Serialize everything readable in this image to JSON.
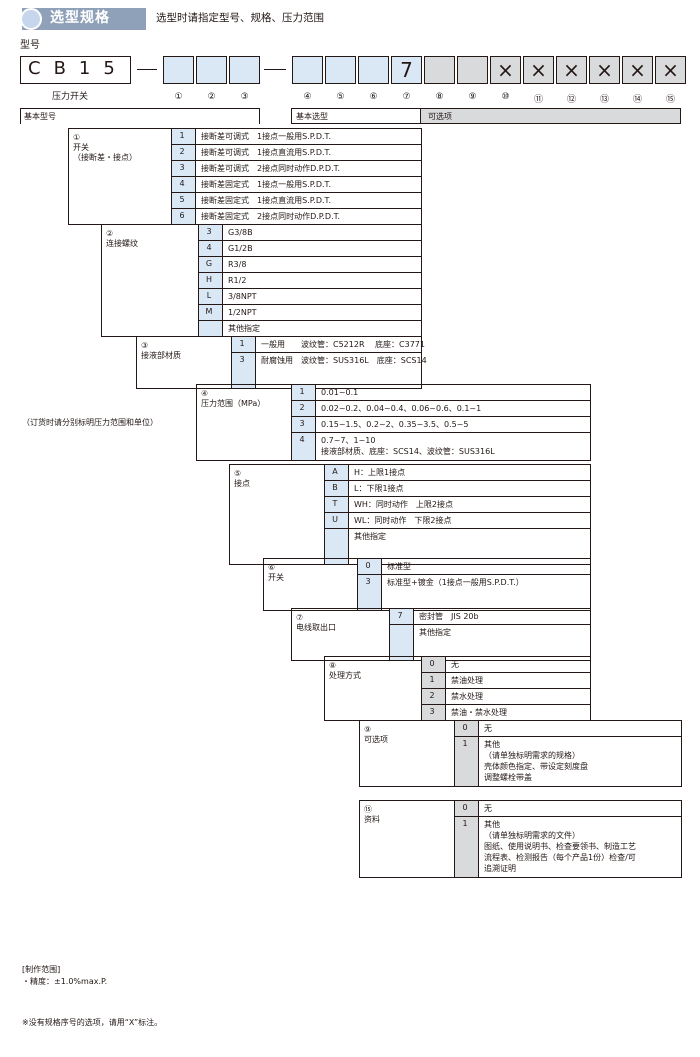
{
  "header": {
    "title": "选型规格",
    "subtitle": "选型时请指定型号、规格、压力范围"
  },
  "model": {
    "label": "型号",
    "code": "CB15",
    "sub_label": "压力开关",
    "fixed_digit": "7",
    "x_mark": "×",
    "positions": [
      "①",
      "②",
      "③",
      "④",
      "⑤",
      "⑥",
      "⑦",
      "⑧",
      "⑨",
      "⑩",
      "⑪",
      "⑫",
      "⑬",
      "⑭",
      "⑮"
    ]
  },
  "table_headers": {
    "basic_model": "基本型号",
    "basic_selection": "基本选型",
    "options": "可选项"
  },
  "sections": {
    "s1": {
      "title": "①\n开关\n（接断差・接点）",
      "rows": [
        {
          "code": "1",
          "text": "接断差可调式　1接点一般用S.P.D.T."
        },
        {
          "code": "2",
          "text": "接断差可调式　1接点直流用S.P.D.T."
        },
        {
          "code": "3",
          "text": "接断差可调式　2接点同时动作D.P.D.T."
        },
        {
          "code": "4",
          "text": "接断差固定式　1接点一般用S.P.D.T."
        },
        {
          "code": "5",
          "text": "接断差固定式　1接点直流用S.P.D.T."
        },
        {
          "code": "6",
          "text": "接断差固定式　2接点同时动作D.P.D.T."
        }
      ]
    },
    "s2": {
      "title": "②\n连接螺纹",
      "rows": [
        {
          "code": "3",
          "text": "G3/8B"
        },
        {
          "code": "4",
          "text": "G1/2B"
        },
        {
          "code": "G",
          "text": "R3/8"
        },
        {
          "code": "H",
          "text": "R1/2"
        },
        {
          "code": "L",
          "text": "3/8NPT"
        },
        {
          "code": "M",
          "text": "1/2NPT"
        },
        {
          "code": "",
          "text": "其他指定"
        }
      ]
    },
    "s3": {
      "title": "③\n接液部材质",
      "rows": [
        {
          "code": "1",
          "text": "一般用　　波纹管：C5212R　 底座：C3771"
        },
        {
          "code": "3",
          "text": "耐腐蚀用　波纹管：SUS316L　底座：SCS14"
        }
      ]
    },
    "s4": {
      "title": "④\n压力范围（MPa）",
      "note": "（订货时请分别标明压力范围和单位）",
      "rows": [
        {
          "code": "1",
          "text": "0.01~0.1"
        },
        {
          "code": "2",
          "text": "0.02~0.2、0.04~0.4、0.06~0.6、0.1~1"
        },
        {
          "code": "3",
          "text": "0.15~1.5、0.2~2、0.35~3.5、0.5~5"
        },
        {
          "code": "4",
          "text": "0.7~7、1~10\n接液部材质、底座：SCS14、波纹管：SUS316L"
        }
      ]
    },
    "s5": {
      "title": "⑤\n接点",
      "rows": [
        {
          "code": "A",
          "text": "H：上限1接点"
        },
        {
          "code": "B",
          "text": "L：下限1接点"
        },
        {
          "code": "T",
          "text": "WH：同时动作　上限2接点"
        },
        {
          "code": "U",
          "text": "WL：同时动作　下限2接点"
        },
        {
          "code": "",
          "text": "其他指定"
        }
      ]
    },
    "s6": {
      "title": "⑥\n开关",
      "rows": [
        {
          "code": "0",
          "text": "标准型"
        },
        {
          "code": "3",
          "text": "标准型+镀金（1接点一般用S.P.D.T.）"
        }
      ]
    },
    "s7": {
      "title": "⑦\n电线取出口",
      "rows": [
        {
          "code": "7",
          "text": "密封管　JIS 20b"
        },
        {
          "code": "",
          "text": "其他指定"
        }
      ]
    },
    "s8": {
      "title": "⑧\n处理方式",
      "rows": [
        {
          "code": "0",
          "text": "无"
        },
        {
          "code": "1",
          "text": "禁油处理"
        },
        {
          "code": "2",
          "text": "禁水处理"
        },
        {
          "code": "3",
          "text": "禁油・禁水处理"
        }
      ]
    },
    "s9": {
      "title": "⑨\n可选项",
      "rows": [
        {
          "code": "0",
          "text": "无"
        },
        {
          "code": "1",
          "text": "其他\n（请单独标明需求的规格）\n壳体颜色指定、带设定刻度盘\n调整螺栓带盖"
        }
      ]
    },
    "s15": {
      "title": "⑮\n资料",
      "rows": [
        {
          "code": "0",
          "text": "无"
        },
        {
          "code": "1",
          "text": "其他\n（请单独标明需求的文件）\n图纸、使用说明书、检查要领书、制造工艺\n流程表、检测报告（每个产品1份）检查/可\n追溯证明"
        }
      ]
    }
  },
  "footer": {
    "range_title": "[制作范围]",
    "accuracy": "・精度：±1.0%max.P.",
    "note": "※没有规格序号的选项，请用“X”标注。"
  },
  "colors": {
    "blue_cell": "#dae8f6",
    "grey_cell": "#d9dadc",
    "badge": "#8fa1b8",
    "badge_circle": "#c6d6ec"
  }
}
